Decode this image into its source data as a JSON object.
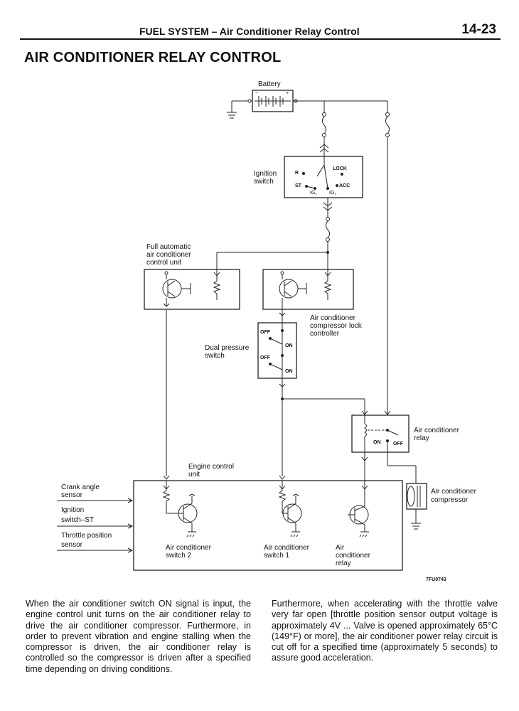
{
  "header": {
    "section": "FUEL SYSTEM – Air Conditioner Relay Control",
    "page_number": "14-23"
  },
  "page_title": "AIR CONDITIONER RELAY CONTROL",
  "diagram": {
    "battery": "Battery",
    "ignition_switch": [
      "Ignition",
      "switch"
    ],
    "switch_positions": {
      "r": "R",
      "st": "ST",
      "lock": "LOCK",
      "acc": "ACC",
      "ig1": "IG₁",
      "ig2": "IG₂"
    },
    "full_auto_unit": [
      "Full automatic",
      "air conditioner",
      "control unit"
    ],
    "lock_controller": [
      "Air conditioner",
      "compressor lock",
      "controller"
    ],
    "dual_pressure_switch": [
      "Dual pressure",
      "switch"
    ],
    "switch_states": {
      "off": "OFF",
      "on": "ON"
    },
    "ac_relay": [
      "Air conditioner",
      "relay"
    ],
    "engine_control_unit": [
      "Engine control",
      "unit"
    ],
    "inputs": {
      "crank": [
        "Crank angle",
        "sensor"
      ],
      "ignition_st": [
        "Ignition",
        "switch–ST"
      ],
      "throttle": [
        "Throttle position",
        "sensor"
      ]
    },
    "ecu_outputs": {
      "switch2": [
        "Air conditioner",
        "switch 2"
      ],
      "switch1": [
        "Air conditioner",
        "switch 1"
      ],
      "relay": [
        "Air",
        "conditioner",
        "relay"
      ]
    },
    "compressor": [
      "Air conditioner",
      "compressor"
    ],
    "figure_code": "7FU0743"
  },
  "paragraphs": {
    "left": "When the air conditioner switch ON signal is input, the engine control unit turns on the air conditioner relay to drive the air conditioner compressor. Furthermore, in order to prevent vibration and engine stalling when the compressor is driven, the air conditioner relay is controlled so the compressor is driven after a specified time depending on driving conditions.",
    "right": "Furthermore, when accelerating with the throttle valve very far open [throttle position sensor output voltage is approximately 4V ... Valve is opened approximately 65°C (149°F) or more], the air conditioner power relay circuit is cut off for a specified time (approximately 5 seconds) to assure good acceleration."
  }
}
